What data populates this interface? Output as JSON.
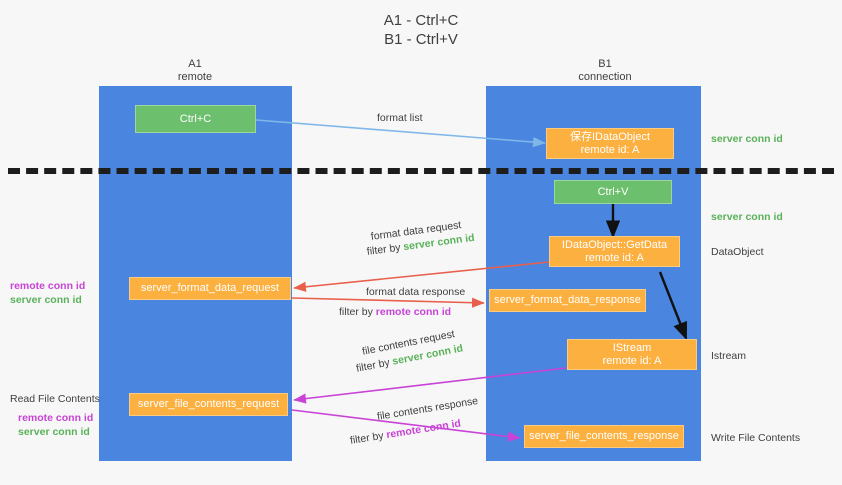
{
  "title": "A1 - Ctrl+C\nB1 - Ctrl+V",
  "lanes": [
    {
      "name": "A1",
      "sub": "remote"
    },
    {
      "name": "B1",
      "sub": "connection"
    }
  ],
  "colors": {
    "lane": "#4a86e0",
    "green_box": "#6cbf6c",
    "orange_box": "#fbb040",
    "server_conn_id": "#59b259",
    "remote_conn_id": "#c843d6",
    "arrow_blue": "#7fb8e8",
    "arrow_red": "#e8604c",
    "arrow_magenta": "#c843d6",
    "arrow_black": "#111111",
    "separator": "#1d1d1d",
    "background": "#f7f7f7"
  },
  "boxes": {
    "ctrl_c": {
      "line1": "Ctrl+C",
      "line2": ""
    },
    "save_idataobject": {
      "line1": "保存IDataObject",
      "line2": "remote id: A"
    },
    "ctrl_v": {
      "line1": "Ctrl+V",
      "line2": ""
    },
    "getdata": {
      "line1": "IDataObject::GetData",
      "line2": "remote id: A"
    },
    "server_format_data_request": {
      "line1": "server_format_data_request",
      "line2": ""
    },
    "server_format_data_response": {
      "line1": "server_format_data_response",
      "line2": ""
    },
    "istream": {
      "line1": "IStream",
      "line2": "remote id: A"
    },
    "server_file_contents_request": {
      "line1": "server_file_contents_request",
      "line2": ""
    },
    "server_file_contents_response": {
      "line1": "server_file_contents_response",
      "line2": ""
    }
  },
  "edge_labels": {
    "format_list": "format list",
    "format_data_request": "format data request",
    "format_data_request_filter_prefix": "filter by ",
    "format_data_request_filter_id": "server conn id",
    "format_data_response": "format data response",
    "format_data_response_filter_prefix": "filter by ",
    "format_data_response_filter_id": "remote conn id",
    "file_contents_request": "file contents request",
    "file_contents_request_filter_prefix": "filter by ",
    "file_contents_request_filter_id": "server conn id",
    "file_contents_response": "file contents response",
    "file_contents_response_filter_prefix": "filter by ",
    "file_contents_response_filter_id": "remote conn id"
  },
  "right_labels": {
    "server_conn_id_top": "server conn id",
    "server_conn_id_mid": "server conn id",
    "dataobject": "DataObject",
    "istream": "Istream",
    "write_file_contents": "Write File Contents"
  },
  "left_labels": {
    "remote_conn_id_1": "remote conn id",
    "server_conn_id_1": "server conn id",
    "read_file_contents": "Read File Contents",
    "remote_conn_id_2": "remote conn id",
    "server_conn_id_2": "server conn id"
  }
}
